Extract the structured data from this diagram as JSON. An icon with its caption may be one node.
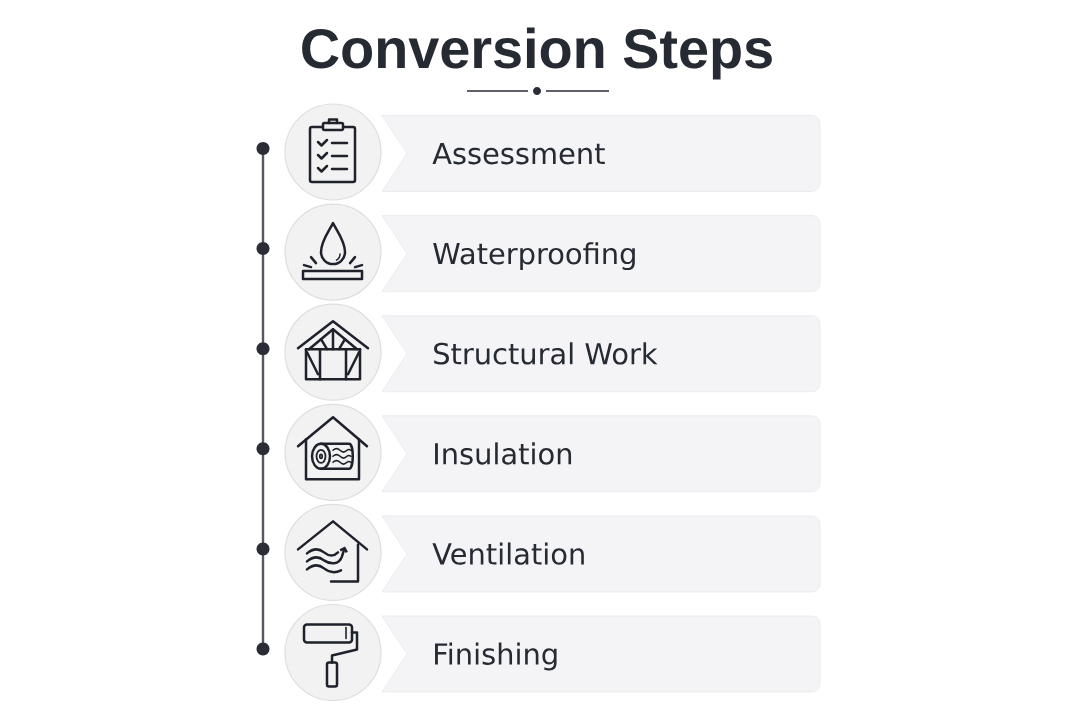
{
  "diagram": {
    "title": "Conversion Steps",
    "nodes": [
      {
        "text": [
          "Assessment"
        ]
      },
      {
        "text": [
          "Waterproofing"
        ]
      },
      {
        "text": [
          "Structural Work"
        ]
      },
      {
        "text": [
          "Insulation"
        ]
      },
      {
        "text": [
          "Ventilation"
        ]
      },
      {
        "text": [
          "Finishing"
        ]
      }
    ]
  }
}
